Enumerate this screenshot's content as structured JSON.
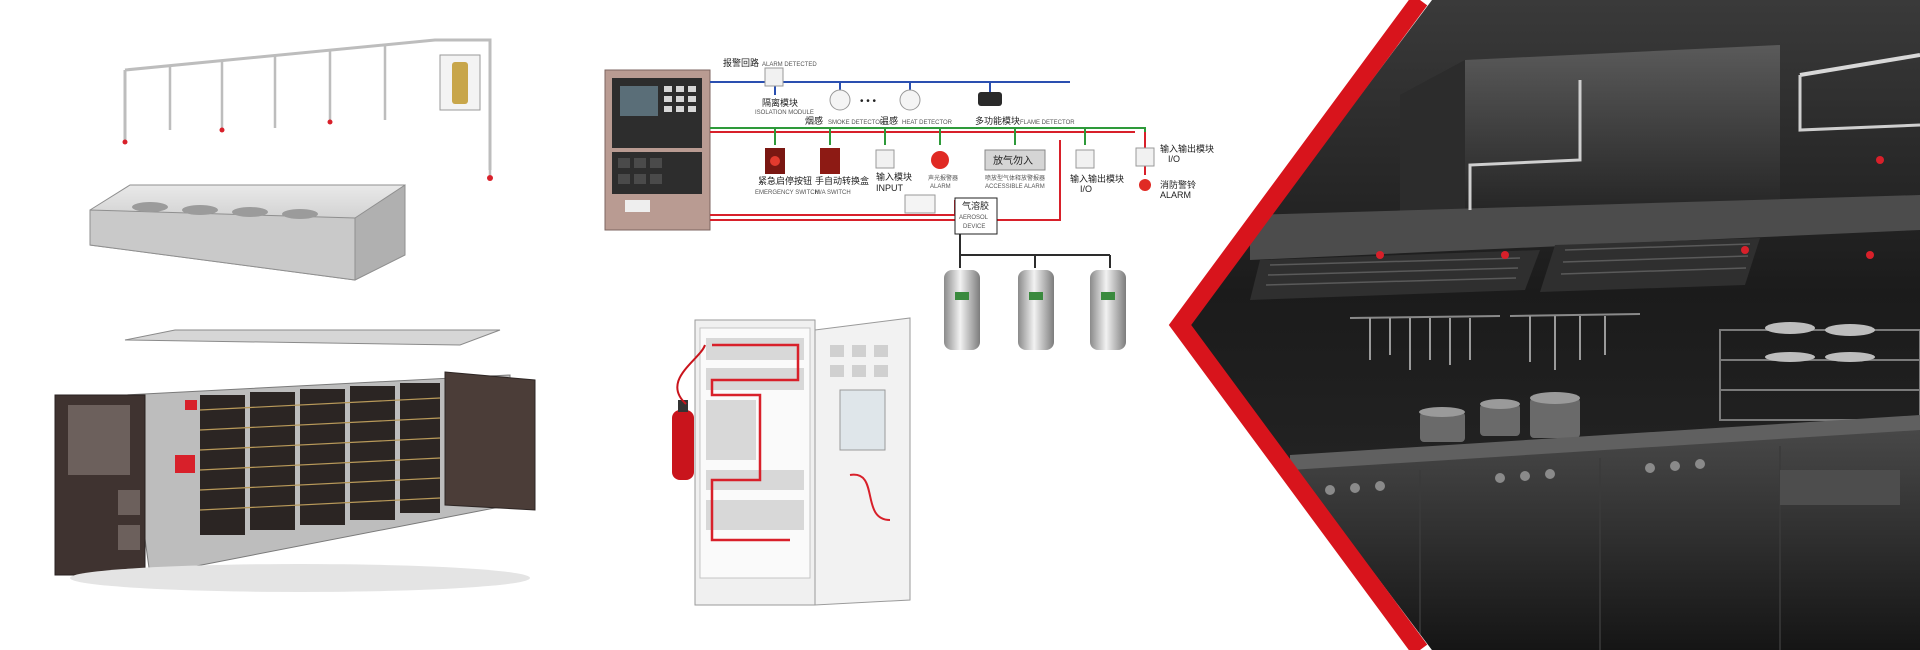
{
  "diagram": {
    "loop_header_cn": "报警回路",
    "loop_header_en": "ALARM DETECTED",
    "isolation_module_cn": "隔离模块",
    "isolation_module_en": "ISOLATION MODULE",
    "smoke_detector_cn": "烟感",
    "smoke_detector_en": "SMOKE DETECTOR",
    "ellipsis": "• • •",
    "heat_detector_cn": "温感",
    "heat_detector_en": "HEAT DETECTOR",
    "multi_detector_cn": "多功能模块",
    "multi_detector_en": "FLAME DETECTOR",
    "emergency_switch_cn": "紧急启停按钮",
    "emergency_switch_en": "EMERGENCY SWITCH",
    "manual_switch_cn": "手自动转换盒",
    "manual_switch_en": "M/A SWITCH",
    "input_module_cn": "输入模块",
    "input_module_en": "INPUT",
    "sound_light_cn": "声光报警器",
    "sound_light_en": "ALARM",
    "no_entry_sign": "放气勿入",
    "release_lamp_cn": "喷放型气体释放警报器",
    "release_lamp_en": "ACCESSIBLE ALARM",
    "io_module_cn": "输入输出模块",
    "io_module_en": "I/O",
    "io_module_right_cn": "输入输出模块",
    "io_module_right_en": "I/O",
    "fire_alarm_cn": "消防警铃",
    "fire_alarm_en": "ALARM",
    "aerosol_cn": "气溶胶",
    "aerosol_en_1": "AEROSOL",
    "aerosol_en_2": "DEVICE"
  },
  "colors": {
    "loop_blue": "#2a4fb0",
    "loop_green": "#2e9a3a",
    "loop_red": "#d8202a",
    "brand_red": "#d8141c",
    "kitchen_dark": "#141414"
  }
}
